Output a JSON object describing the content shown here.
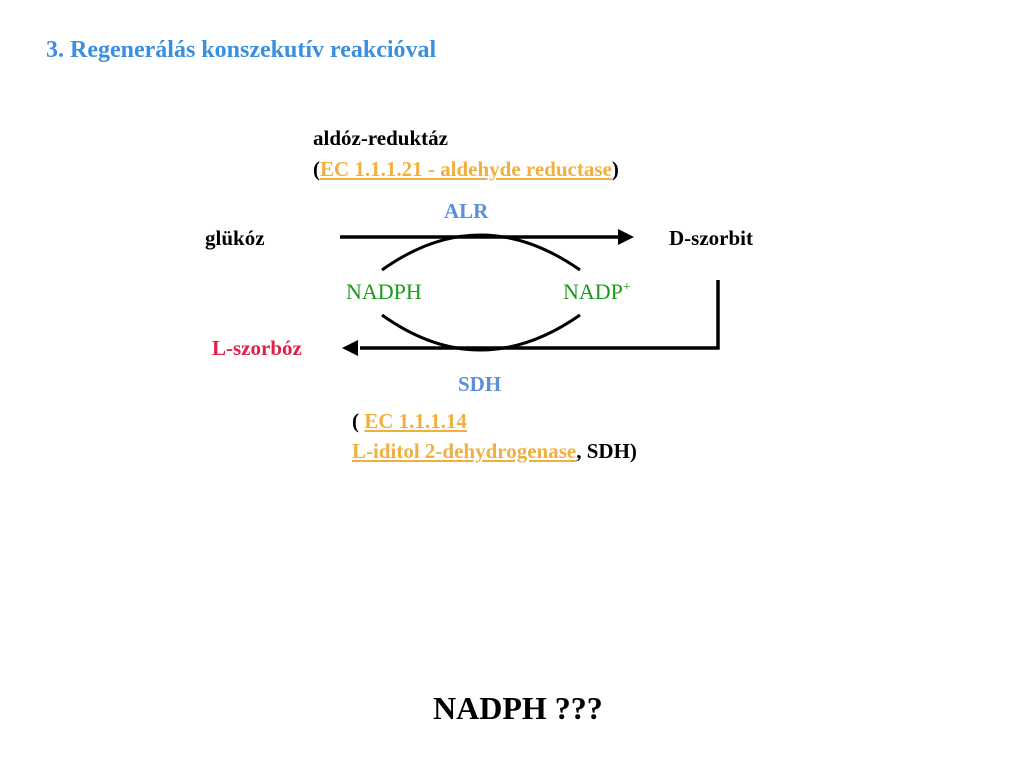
{
  "title": "3. Regenerálás konszekutív reakcióval",
  "enzyme1": {
    "name": "aldóz-reduktáz",
    "open_paren": "(",
    "link": "EC 1.1.1.21 - aldehyde reductase",
    "close_paren": ")",
    "abbr": "ALR"
  },
  "enzyme2": {
    "abbr": "SDH",
    "open_paren": "( ",
    "link1": "EC 1.1.1.14 ",
    "link2": " L-iditol 2-dehydrogenase",
    "suffix": ", SDH)"
  },
  "compounds": {
    "glucose": "glükóz",
    "sorbitol": "D-szorbit",
    "sorbose": "L-szorbóz"
  },
  "cofactors": {
    "reduced": "NADPH",
    "oxidized": "NADP",
    "oxidized_sup": "+"
  },
  "question": "NADPH ???",
  "colors": {
    "title": "#3b8fe0",
    "enzyme_abbr": "#5b8fd8",
    "cofactor": "#1a9a1a",
    "sorbose": "#e0204a",
    "link": "#f0b040"
  }
}
